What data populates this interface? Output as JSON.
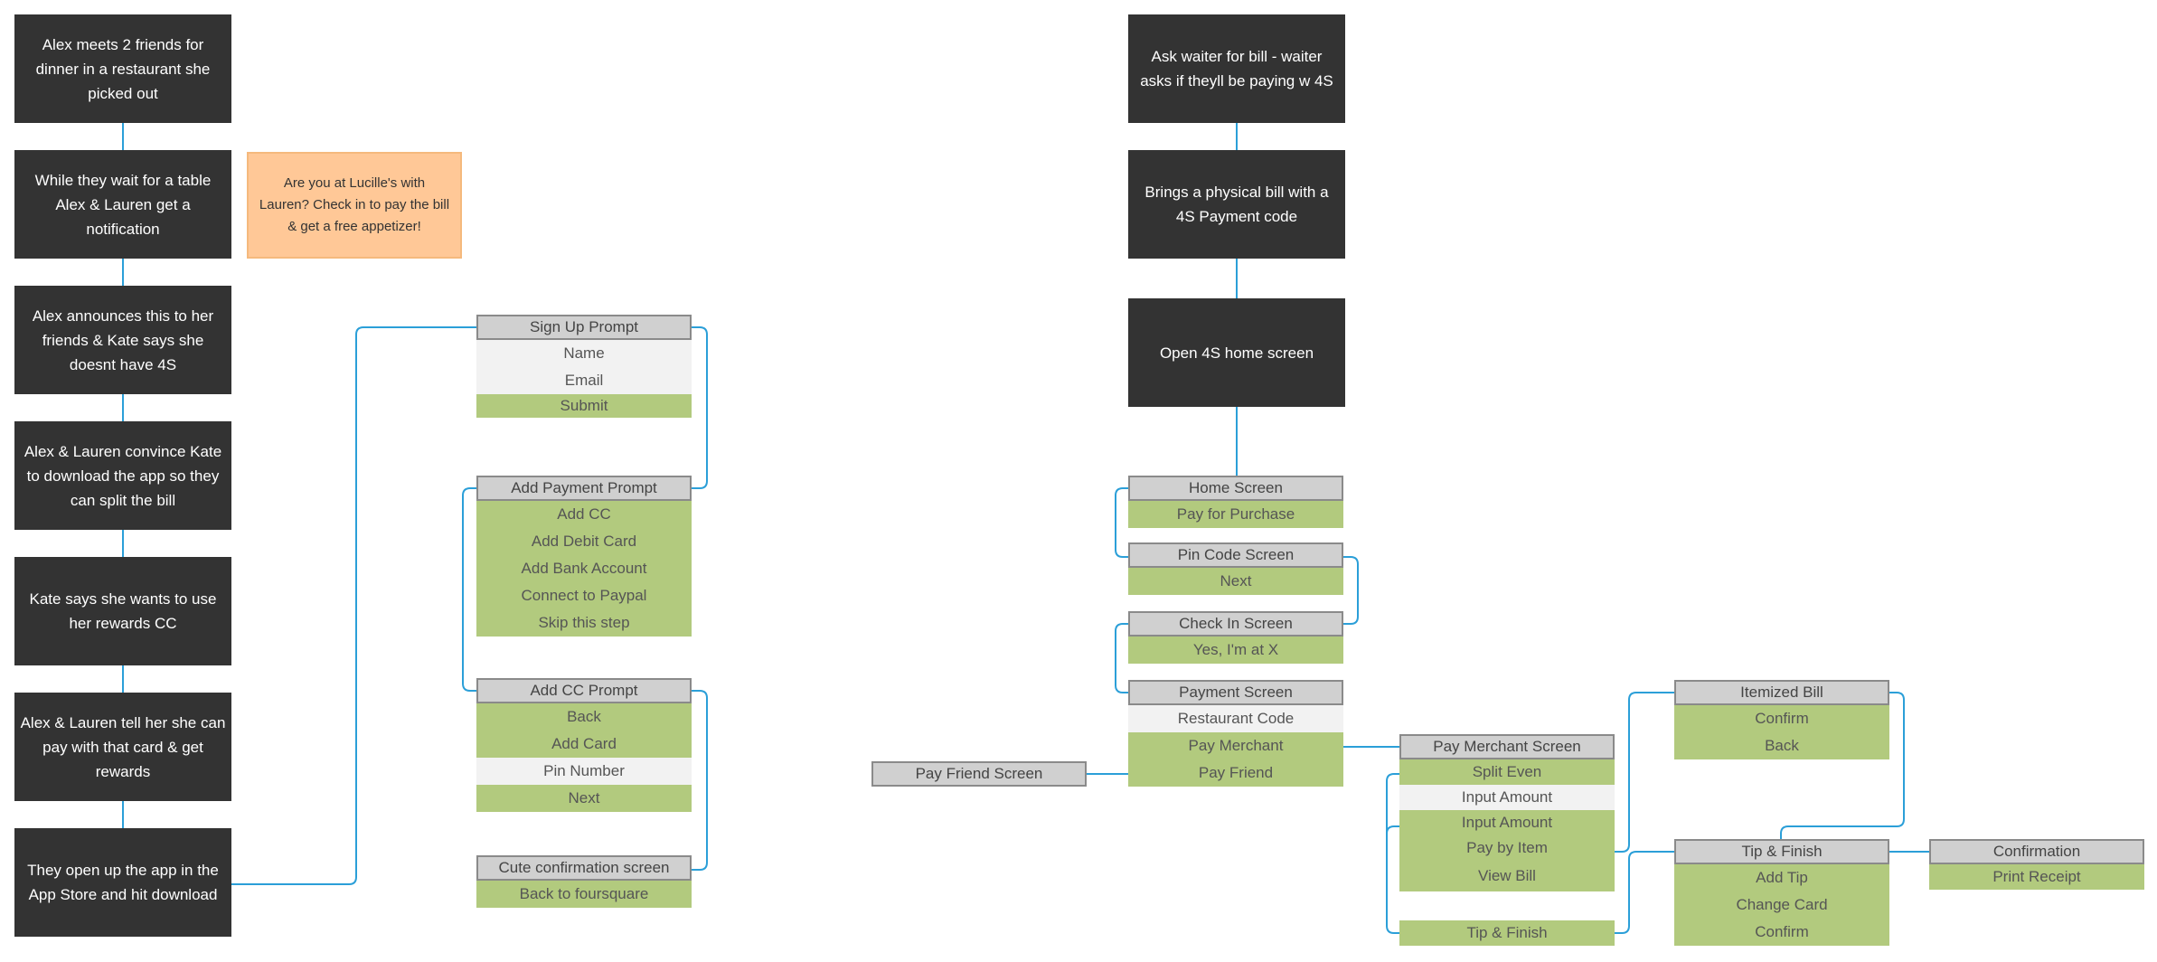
{
  "story_left": [
    "Alex meets 2 friends for dinner in a restaurant she picked out",
    "While they wait for a table Alex & Lauren get a notification",
    "Alex announces this to her friends & Kate says she doesnt have 4S",
    "Alex & Lauren convince Kate to download the app so they can split the bill",
    "Kate says she wants to use her rewards CC",
    "Alex & Lauren tell her she can pay with that card & get rewards",
    "They open up the app in the App Store and hit download"
  ],
  "notification": "Are you at Lucille's with Lauren? Check in to pay the bill & get a free appetizer!",
  "story_right": [
    "Ask waiter for bill - waiter asks if theyll be paying w 4S",
    "Brings a physical bill with a 4S Payment code",
    "Open 4S home screen"
  ],
  "screens": {
    "sign_up": {
      "title": "Sign Up Prompt",
      "rows": [
        "Name",
        "Email",
        "Submit"
      ]
    },
    "add_payment": {
      "title": "Add Payment Prompt",
      "rows": [
        "Add CC",
        "Add Debit Card",
        "Add Bank Account",
        "Connect to Paypal",
        "Skip this step"
      ]
    },
    "add_cc": {
      "title": "Add CC Prompt",
      "rows": [
        "Back",
        "Add Card",
        "Pin Number",
        "Next"
      ]
    },
    "cute_confirmation": {
      "title": "Cute confirmation screen",
      "rows": [
        "Back to foursquare"
      ]
    },
    "home": {
      "title": "Home Screen",
      "rows": [
        "Pay for Purchase"
      ]
    },
    "pin_code": {
      "title": "Pin Code Screen",
      "rows": [
        "Next"
      ]
    },
    "check_in": {
      "title": "Check In Screen",
      "rows": [
        "Yes, I'm at  X"
      ]
    },
    "payment": {
      "title": "Payment Screen",
      "rows": [
        "Restaurant Code",
        "Pay Merchant",
        "Pay Friend"
      ]
    },
    "pay_friend": {
      "title": "Pay Friend Screen",
      "rows": []
    },
    "pay_merchant": {
      "title": "Pay Merchant Screen",
      "rows": [
        "Split Even",
        "Input Amount",
        "Input Amount",
        "Pay by Item",
        "View Bill",
        "Tip & Finish"
      ]
    },
    "itemized_bill": {
      "title": "Itemized Bill",
      "rows": [
        "Confirm",
        "Back"
      ]
    },
    "tip_finish": {
      "title": "Tip & Finish",
      "rows": [
        "Add Tip",
        "Change Card",
        "Confirm"
      ]
    },
    "confirmation": {
      "title": "Confirmation",
      "rows": [
        "Print Receipt"
      ]
    }
  },
  "colors": {
    "story_box": "#333333",
    "notification_box": "#ffc897",
    "screen_title": "#d0d0d0",
    "action_row": "#b2ca7e",
    "field_row": "#f2f2f2",
    "connector": "#2b9fd8"
  }
}
